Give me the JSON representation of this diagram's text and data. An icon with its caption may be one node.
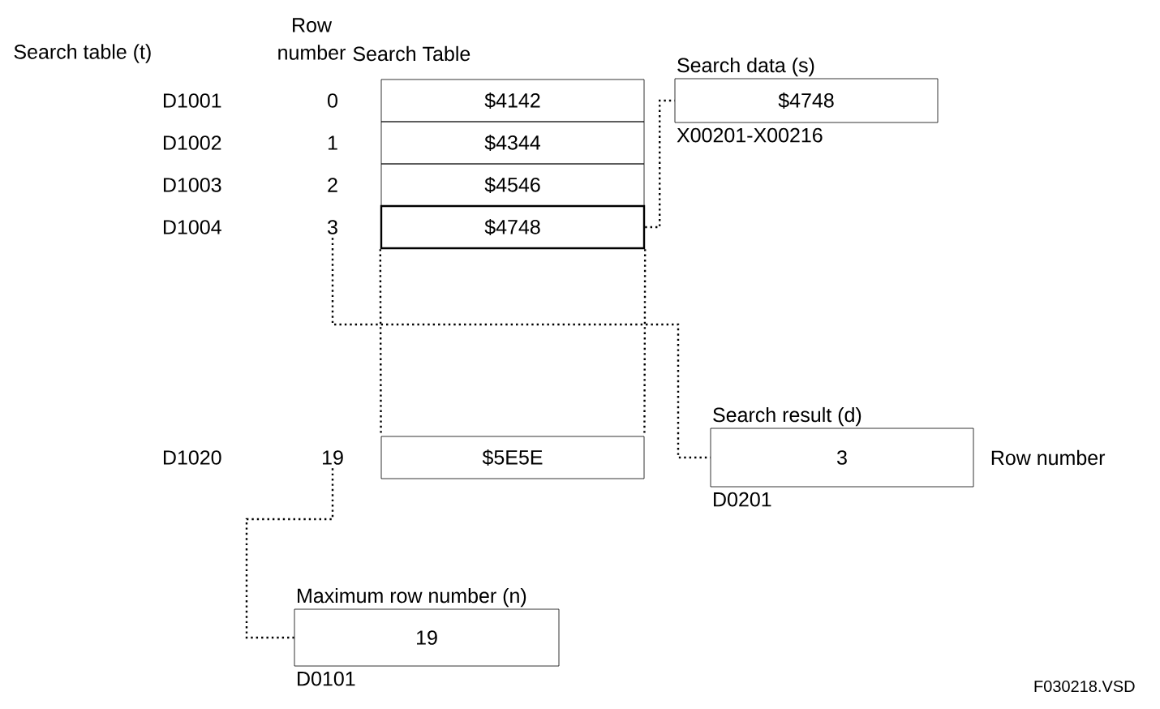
{
  "diagram": {
    "nodes": [
      {
        "text": [
          "$4142"
        ]
      },
      {
        "text": [
          "$4344"
        ]
      },
      {
        "text": [
          "$4546"
        ]
      },
      {
        "text": [
          "$4748"
        ]
      },
      {
        "text": [
          "$5E5E"
        ]
      },
      {
        "text": [
          "Search data (s)",
          "$4748"
        ],
        "beside": [
          "X00201-X00216"
        ]
      },
      {
        "text": [
          "Search result (d)",
          "3"
        ],
        "beside": [
          "Row number",
          "D0201"
        ]
      },
      {
        "text": [
          "Maximum row number (n)",
          "19"
        ],
        "beside": [
          "D0101"
        ]
      },
      {
        "text": [
          "3"
        ]
      },
      {
        "text": [
          "19"
        ]
      }
    ],
    "edges": [
      {
        "from": 3,
        "to": 4,
        "arrow": "none"
      },
      {
        "from": 3,
        "to": 4,
        "arrow": "none"
      },
      {
        "from": 3,
        "to": 5,
        "arrow": "none"
      },
      {
        "from": 8,
        "to": 6,
        "arrow": "none"
      },
      {
        "from": 9,
        "to": 7,
        "arrow": "none"
      }
    ],
    "labels": [
      "Row number",
      "Search table (t)",
      "Search Table",
      "D1001",
      "0",
      "D1002",
      "1",
      "D1003",
      "2",
      "D1004",
      "D1020",
      "F030218.VSD"
    ]
  }
}
